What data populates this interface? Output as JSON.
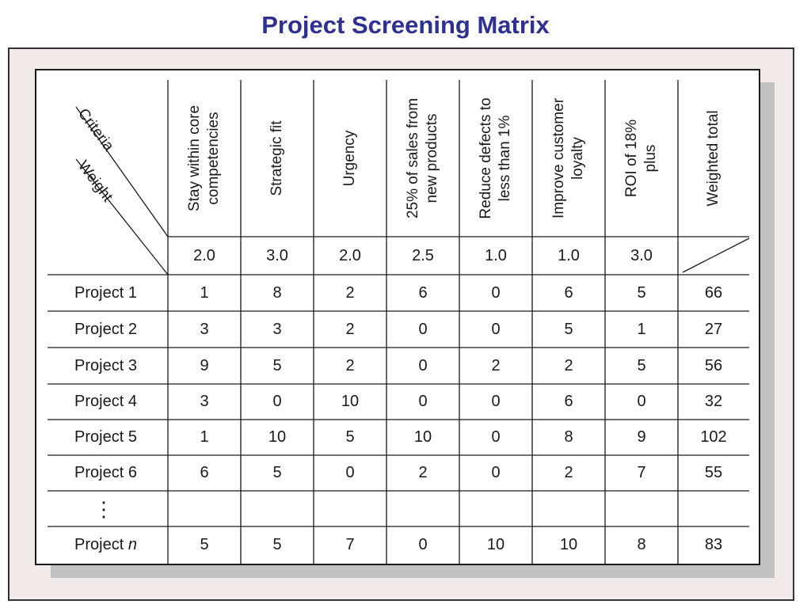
{
  "title": "Project Screening Matrix",
  "corner": {
    "criteria_label": "Criteria",
    "weight_label": "Weight"
  },
  "criteria": [
    "Stay within core competencies",
    "Strategic fit",
    "Urgency",
    "25% of sales from new products",
    "Reduce defects to less than 1%",
    "Improve customer loyalty",
    "ROI of 18% plus",
    "Weighted total"
  ],
  "criteria_lines": [
    [
      "Stay within core",
      "competencies"
    ],
    [
      "Strategic fit"
    ],
    [
      "Urgency"
    ],
    [
      "25% of sales from",
      "new products"
    ],
    [
      "Reduce defects to",
      "less than 1%"
    ],
    [
      "Improve customer",
      "loyalty"
    ],
    [
      "ROI of 18%",
      "plus"
    ],
    [
      "Weighted total"
    ]
  ],
  "weights": [
    "2.0",
    "3.0",
    "2.0",
    "2.5",
    "1.0",
    "1.0",
    "3.0"
  ],
  "rows": [
    {
      "label": "Project 1",
      "label_main": "Project",
      "label_suffix": "1",
      "values": [
        "1",
        "8",
        "2",
        "6",
        "0",
        "6",
        "5"
      ],
      "total": "66"
    },
    {
      "label": "Project 2",
      "label_main": "Project",
      "label_suffix": "2",
      "values": [
        "3",
        "3",
        "2",
        "0",
        "0",
        "5",
        "1"
      ],
      "total": "27"
    },
    {
      "label": "Project 3",
      "label_main": "Project",
      "label_suffix": "3",
      "values": [
        "9",
        "5",
        "2",
        "0",
        "2",
        "2",
        "5"
      ],
      "total": "56"
    },
    {
      "label": "Project 4",
      "label_main": "Project",
      "label_suffix": "4",
      "values": [
        "3",
        "0",
        "10",
        "0",
        "0",
        "6",
        "0"
      ],
      "total": "32"
    },
    {
      "label": "Project 5",
      "label_main": "Project",
      "label_suffix": "5",
      "values": [
        "1",
        "10",
        "5",
        "10",
        "0",
        "8",
        "9"
      ],
      "total": "102"
    },
    {
      "label": "Project 6",
      "label_main": "Project",
      "label_suffix": "6",
      "values": [
        "6",
        "5",
        "0",
        "2",
        "0",
        "2",
        "7"
      ],
      "total": "55"
    },
    {
      "ellipsis": true,
      "label": "⋮"
    },
    {
      "label": "Project n",
      "label_main": "Project",
      "label_suffix": "n",
      "italic_suffix": true,
      "values": [
        "5",
        "5",
        "7",
        "0",
        "10",
        "10",
        "8"
      ],
      "total": "83"
    }
  ],
  "colors": {
    "title": "#2e3192",
    "frame_bg": "#f2e9e9",
    "shadow": "#c2c2c4",
    "lines": "#1a1a1a"
  }
}
